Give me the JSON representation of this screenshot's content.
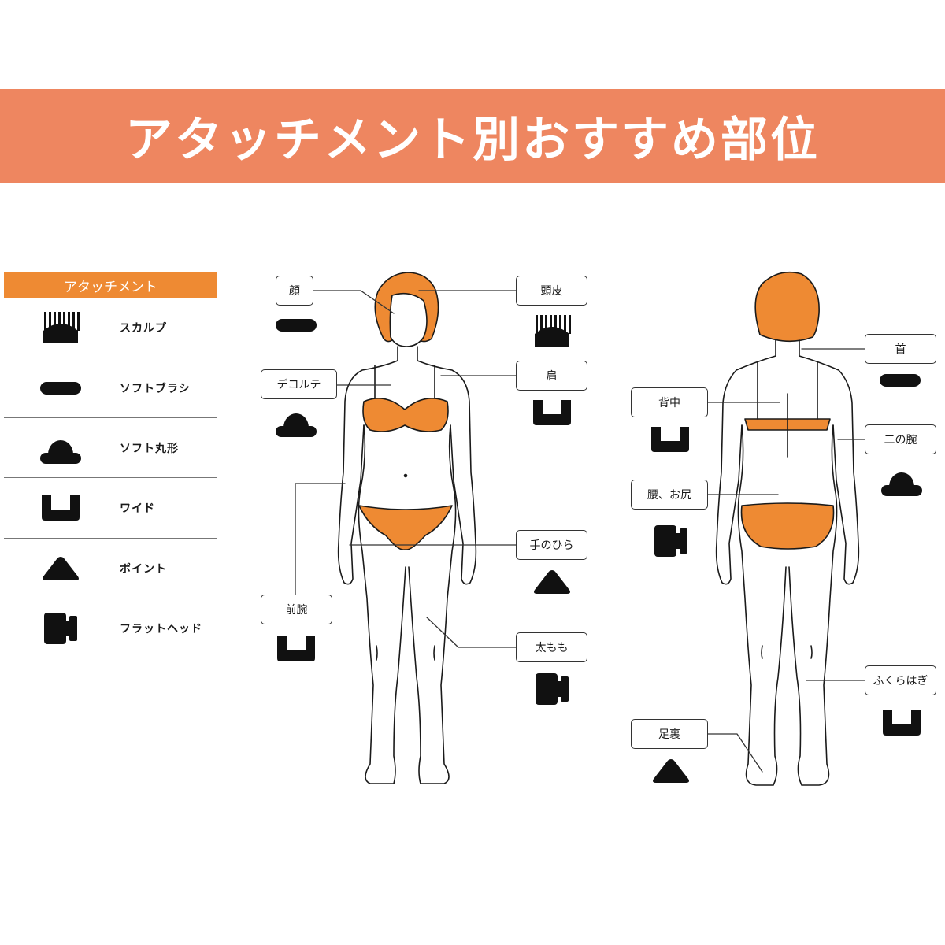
{
  "title": "アタッチメント別おすすめ部位",
  "colors": {
    "banner": "#ee8660",
    "accent": "#ee8a33",
    "ink": "#111111"
  },
  "legend": {
    "header": "アタッチメント",
    "items": [
      {
        "label": "スカルプ",
        "icon": "scalp-comb-icon"
      },
      {
        "label": "ソフトブラシ",
        "icon": "soft-brush-icon"
      },
      {
        "label": "ソフト丸形",
        "icon": "soft-round-icon"
      },
      {
        "label": "ワイド",
        "icon": "wide-icon"
      },
      {
        "label": "ポイント",
        "icon": "point-icon"
      },
      {
        "label": "フラットヘッド",
        "icon": "flat-head-icon"
      }
    ]
  },
  "front": {
    "face": "顔",
    "scalp": "頭皮",
    "decollete": "デコルテ",
    "shoulder": "肩",
    "palm": "手のひら",
    "forearm": "前腕",
    "thigh": "太もも"
  },
  "back": {
    "neck": "首",
    "back": "背中",
    "upper_arm": "二の腕",
    "waist": "腰、お尻",
    "calf": "ふくらはぎ",
    "sole": "足裏"
  }
}
